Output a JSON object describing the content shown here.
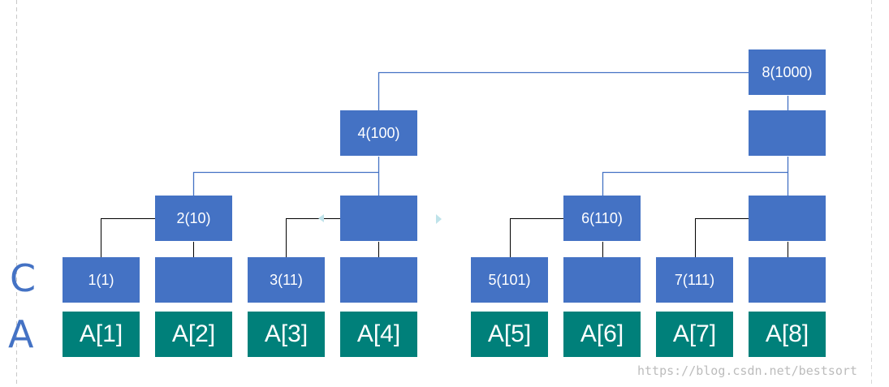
{
  "row_labels": {
    "c": "C",
    "a": "A"
  },
  "array_cells": [
    "A[1]",
    "A[2]",
    "A[3]",
    "A[4]",
    "A[5]",
    "A[6]",
    "A[7]",
    "A[8]"
  ],
  "tree_nodes": {
    "n1": "1(1)",
    "n2": "2(10)",
    "n3": "3(11)",
    "n4": "4(100)",
    "n5": "5(101)",
    "n6": "6(110)",
    "n7": "7(111)",
    "n8": "8(1000)"
  },
  "watermark": "https://blog.csdn.net/bestsort",
  "colors": {
    "node": "#4472c4",
    "array_cell": "#00807a",
    "connector_blue": "#4472c4",
    "connector_black": "#000000",
    "label": "#4472c4"
  }
}
